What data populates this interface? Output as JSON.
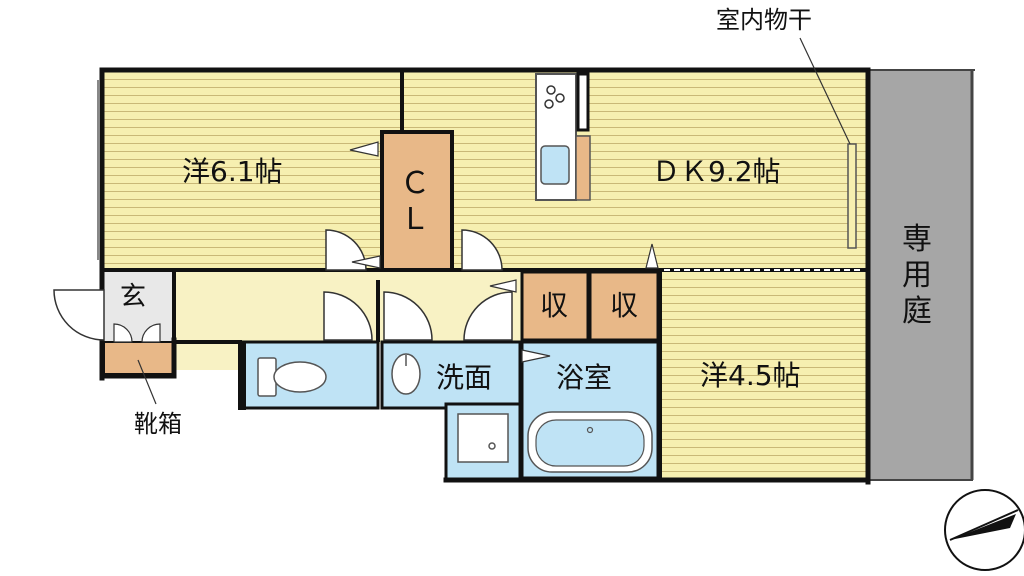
{
  "rooms": {
    "western_large": "洋6.1帖",
    "dk": "ＤＫ9.2帖",
    "western_small": "洋4.5帖",
    "closet": "ＣＬ",
    "entrance": "玄",
    "storage_1": "収",
    "storage_2": "収",
    "washroom": "洗面",
    "bathroom": "浴室",
    "private_garden": "専用庭"
  },
  "annotations": {
    "indoor_drying": "室内物干",
    "shoe_cabinet": "靴箱"
  },
  "colors": {
    "room_floor": "#F6EFB0",
    "floor_line": "#C9B877",
    "hall_floor": "#F8F2C4",
    "wet_area": "#BFE3F5",
    "storage": "#E8B888",
    "garden": "#A6A6A6",
    "wall": "#111111"
  }
}
